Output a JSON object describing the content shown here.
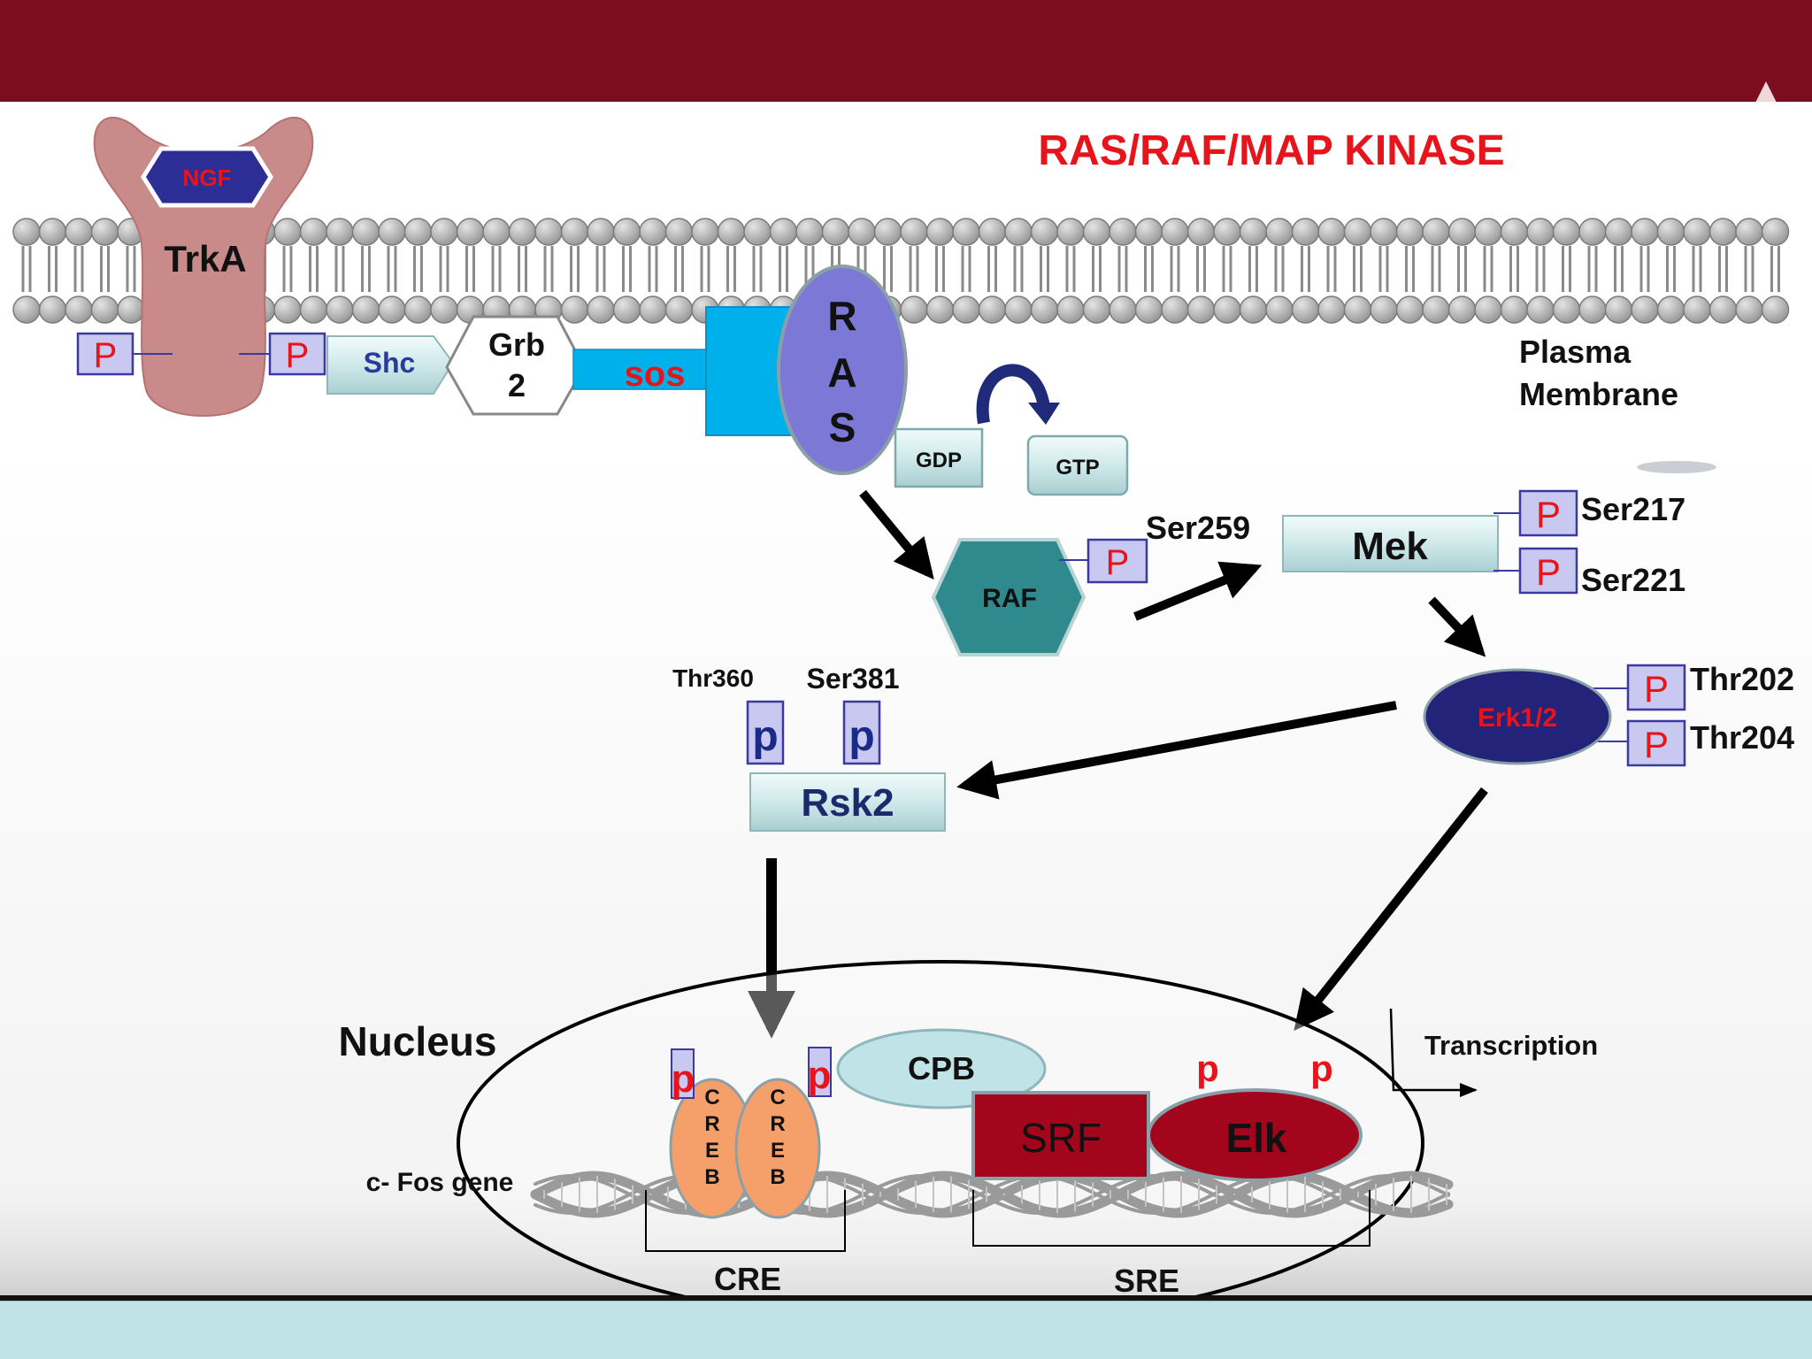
{
  "title": "RAS/RAF/MAP KINASE",
  "receptor": {
    "ligand": "NGF",
    "name": "TrkA"
  },
  "phospho_symbol_upper": "P",
  "phospho_symbol_lower": "p",
  "adaptors": {
    "shc": "Shc",
    "grb2_line1": "Grb",
    "grb2_line2": "2",
    "sos": "sos"
  },
  "ras": {
    "letters": [
      "R",
      "A",
      "S"
    ]
  },
  "nucleotides": {
    "gdp": "GDP",
    "gtp": "GTP"
  },
  "membrane_label": {
    "line1": "Plasma",
    "line2": "Membrane"
  },
  "raf": {
    "name": "RAF",
    "site": "Ser259"
  },
  "mek": {
    "name": "Mek",
    "sites": [
      "Ser217",
      "Ser221"
    ]
  },
  "erk": {
    "name": "Erk1/2",
    "sites": [
      "Thr202",
      "Thr204"
    ]
  },
  "rsk2": {
    "name": "Rsk2",
    "sites": [
      "Thr360",
      "Ser381"
    ]
  },
  "nucleus": {
    "label": "Nucleus",
    "creb_letters": [
      "C",
      "R",
      "E",
      "B"
    ],
    "cpb": "CPB",
    "srf": "SRF",
    "elk": "Elk",
    "transcription": "Transcription",
    "gene_label": "c- Fos gene",
    "cre": "CRE",
    "sre": "SRE"
  },
  "colors": {
    "header": "#7a0e1e",
    "title": "#e8141c",
    "phospho_text": "#e8141c",
    "phospho_box": "#c8c8f0",
    "receptor": "#c98a8a",
    "ngf": "#2d2d96",
    "ras": "#7b78d6",
    "sos": "#00b0ea",
    "raf": "#2f8a8e",
    "erk": "#23237a",
    "srf": "#a3061c",
    "creb": "#f5a06a",
    "cpb": "#bfe3e6",
    "light_box": "#cfe9ea"
  }
}
